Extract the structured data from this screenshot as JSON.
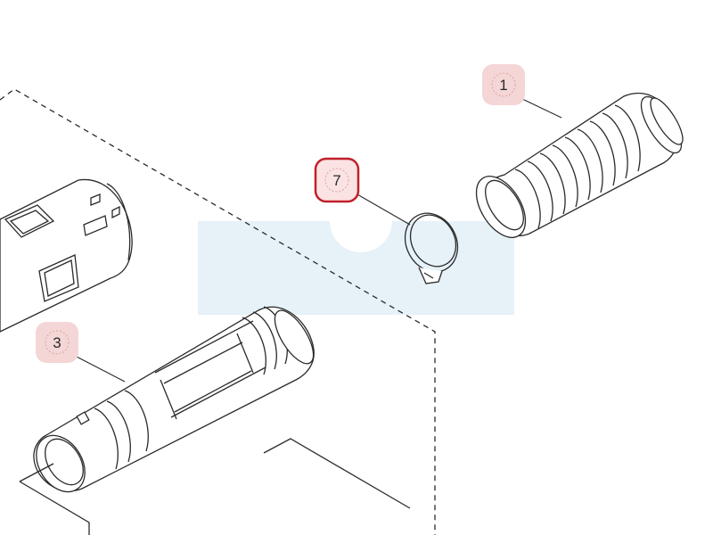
{
  "diagram": {
    "callouts": [
      {
        "id": "part-1",
        "label": "1",
        "highlight": "#f4d6d6",
        "border": "none"
      },
      {
        "id": "part-7",
        "label": "7",
        "highlight": "#fbe3e3",
        "border": "#c0202a"
      },
      {
        "id": "part-3",
        "label": "3",
        "highlight": "#f4d6d6",
        "border": "none"
      }
    ],
    "parts": {
      "part-1": "corrugated-bellows-pipe",
      "part-7": "hose-clamp",
      "part-3": "blower-tube"
    },
    "colors": {
      "line": "#2a2a2a",
      "watermark": "#e6f1f8",
      "selected_border": "#c0202a"
    }
  }
}
